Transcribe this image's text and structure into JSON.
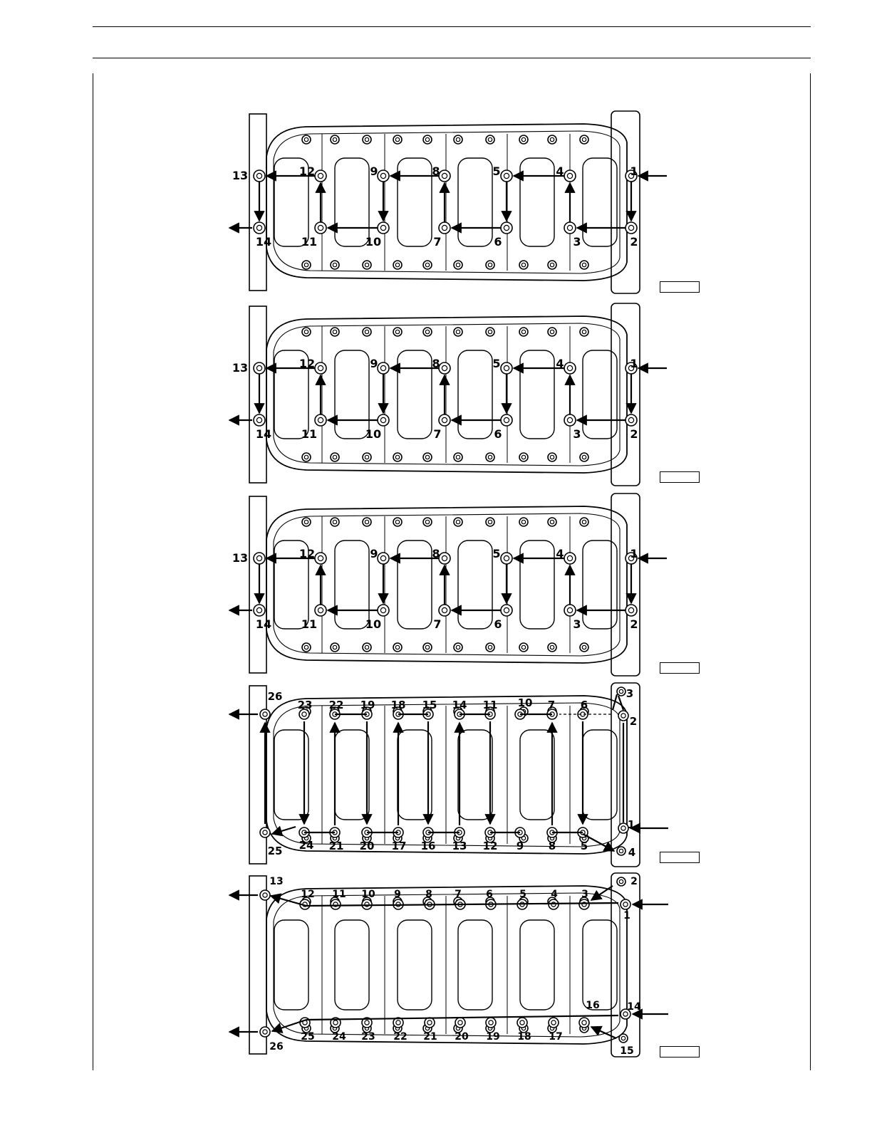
{
  "diagrams": [
    {
      "kind": "pattern14",
      "top_labels": [
        "13",
        "12",
        "9",
        "8",
        "5",
        "4",
        "1"
      ],
      "bottom_labels": [
        "14",
        "11",
        "10",
        "7",
        "6",
        "3",
        "2"
      ]
    },
    {
      "kind": "pattern14",
      "top_labels": [
        "13",
        "12",
        "9",
        "8",
        "5",
        "4",
        "1"
      ],
      "bottom_labels": [
        "14",
        "11",
        "10",
        "7",
        "6",
        "3",
        "2"
      ]
    },
    {
      "kind": "pattern14",
      "top_labels": [
        "13",
        "12",
        "9",
        "8",
        "5",
        "4",
        "1"
      ],
      "bottom_labels": [
        "14",
        "11",
        "10",
        "7",
        "6",
        "3",
        "2"
      ]
    },
    {
      "kind": "pattern26",
      "top_labels": [
        "26",
        "23",
        "22",
        "19",
        "18",
        "15",
        "14",
        "11",
        "10",
        "7",
        "6",
        "2",
        "3"
      ],
      "bottom_labels": [
        "25",
        "24",
        "21",
        "20",
        "17",
        "16",
        "13",
        "12",
        "9",
        "8",
        "5",
        "4",
        "1"
      ]
    },
    {
      "kind": "perimeter26",
      "top_labels": [
        "13",
        "12",
        "11",
        "10",
        "9",
        "8",
        "7",
        "6",
        "5",
        "4",
        "3",
        "2",
        "1"
      ],
      "bottom_labels": [
        "26",
        "25",
        "24",
        "23",
        "22",
        "21",
        "20",
        "19",
        "18",
        "17",
        "16",
        "14",
        "15"
      ]
    }
  ]
}
